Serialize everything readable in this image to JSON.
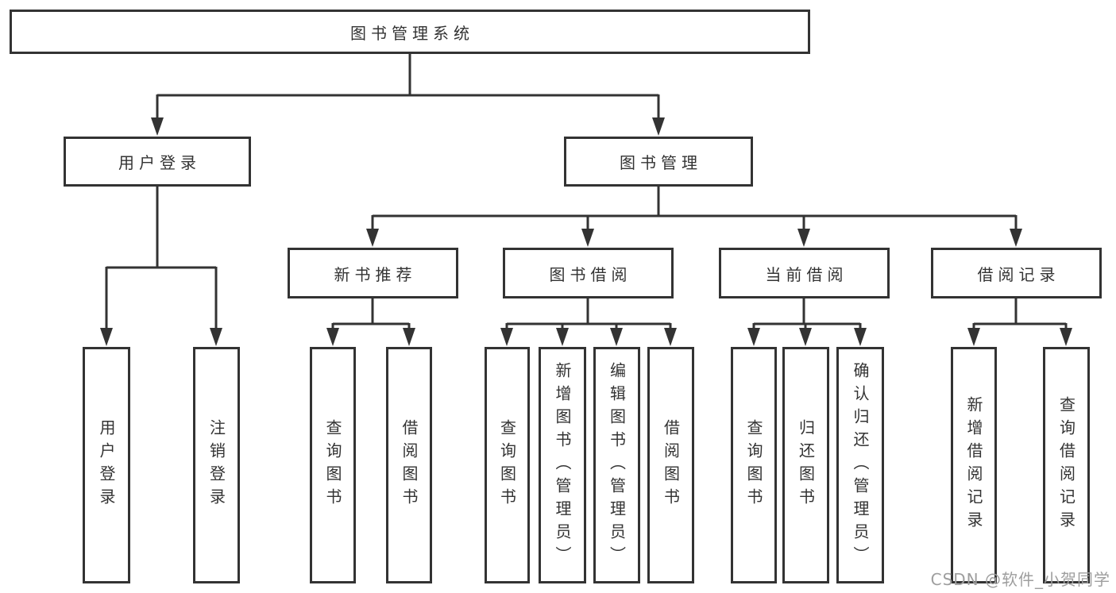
{
  "colors": {
    "line": "#333333",
    "text": "#333333",
    "watermark": "#9e9e9e",
    "background": "#ffffff"
  },
  "watermark": "CSDN @软件_小贺同学",
  "tree": {
    "root": "图书管理系统",
    "children": [
      {
        "label": "用户登录",
        "children": [
          "用户登录",
          "注销登录"
        ]
      },
      {
        "label": "图书管理",
        "children": [
          {
            "label": "新书推荐",
            "children": [
              "查询图书",
              "借阅图书"
            ]
          },
          {
            "label": "图书借阅",
            "children": [
              "查询图书",
              "新增图书（管理员）",
              "编辑图书（管理员）",
              "借阅图书"
            ]
          },
          {
            "label": "当前借阅",
            "children": [
              "查询图书",
              "归还图书",
              "确认归还（管理员）"
            ]
          },
          {
            "label": "借阅记录",
            "children": [
              "新增借阅记录",
              "查询借阅记录"
            ]
          }
        ]
      }
    ]
  }
}
